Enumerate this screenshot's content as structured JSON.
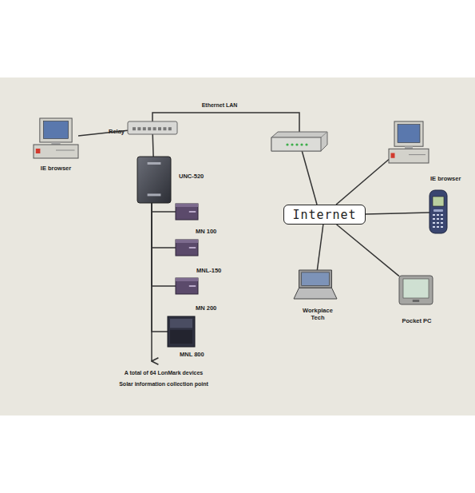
{
  "diagram": {
    "nodes": [
      {
        "text": [
          "IE browser"
        ]
      },
      {
        "text": [
          "Relay"
        ]
      },
      {
        "text": [
          "UNC-520"
        ]
      },
      {
        "text": [
          "MN 100"
        ]
      },
      {
        "text": [
          "MNL-150"
        ]
      },
      {
        "text": [
          "MN 200"
        ]
      },
      {
        "text": [
          "MNL 800"
        ]
      },
      {
        "text": [
          "Internet"
        ]
      },
      {
        "text": [
          "IE browser"
        ]
      },
      {
        "text": [
          "Workplace Tech"
        ]
      },
      {
        "text": [
          "Pocket PC"
        ]
      }
    ],
    "edges": [
      {
        "from": 0,
        "to": 1,
        "arrow": "none"
      },
      {
        "from": 1,
        "to": 2,
        "arrow": "none"
      },
      {
        "from": 2,
        "to": 3,
        "arrow": "none"
      },
      {
        "from": 2,
        "to": 4,
        "arrow": "none"
      },
      {
        "from": 2,
        "to": 5,
        "arrow": "none"
      },
      {
        "from": 2,
        "to": 6,
        "arrow": "none"
      },
      {
        "from": 7,
        "to": 8,
        "arrow": "none"
      },
      {
        "from": 7,
        "to": 9,
        "arrow": "none"
      },
      {
        "from": 7,
        "to": 10,
        "arrow": "none"
      }
    ],
    "labels": [
      "Ethernet LAN",
      "A total of 64 LonMark devices",
      "Solar information collection point"
    ]
  }
}
